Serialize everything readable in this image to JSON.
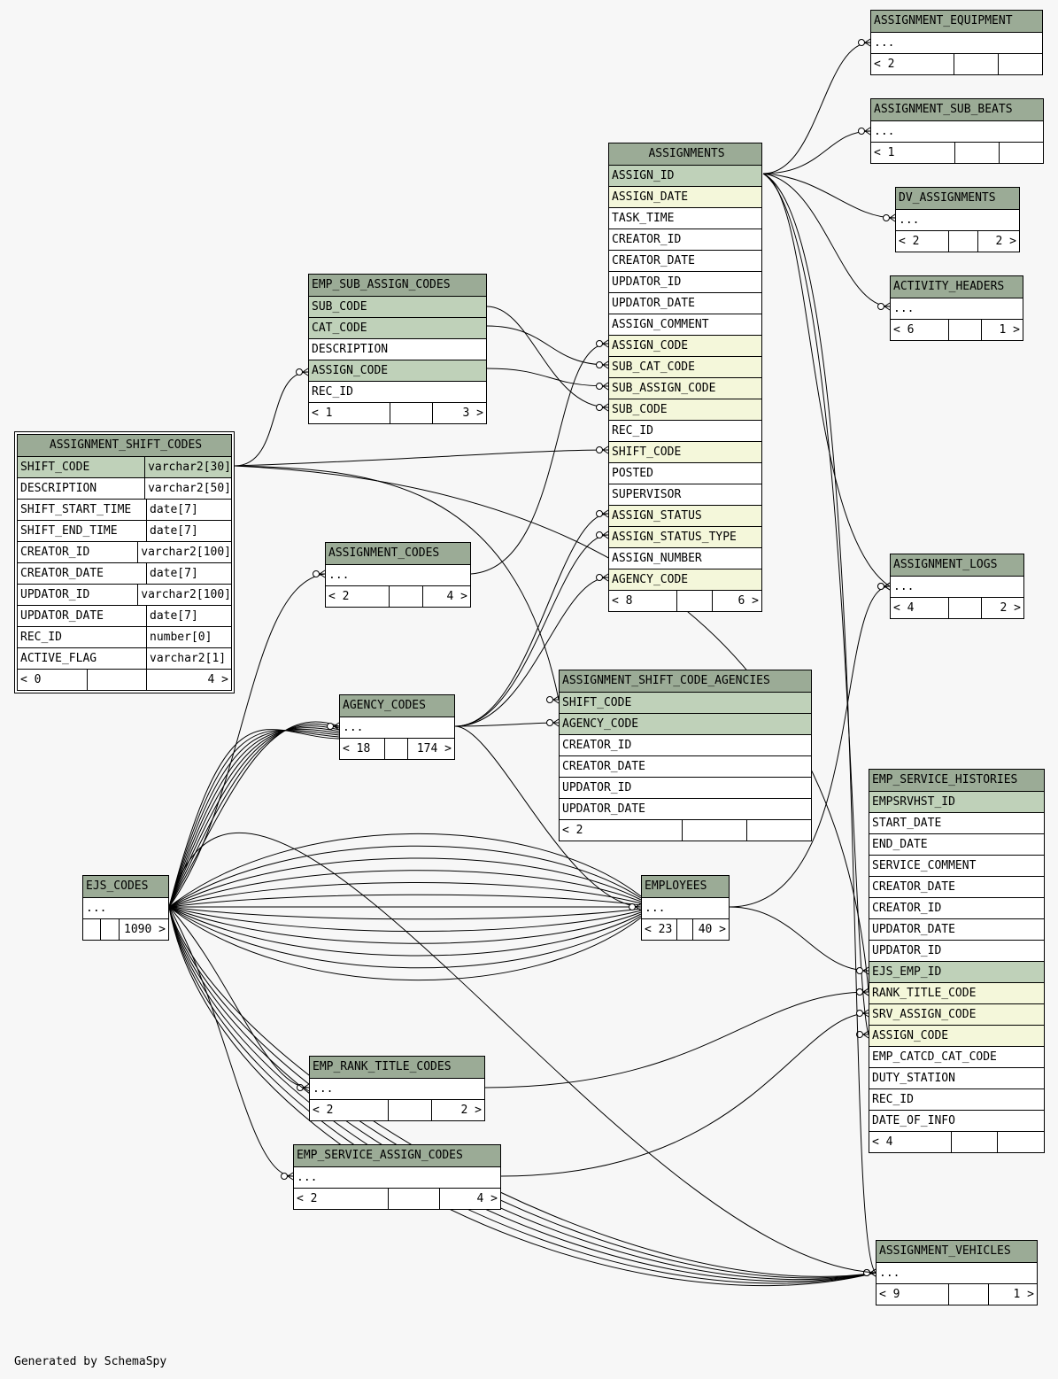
{
  "footer_text": "Generated by SchemaSpy",
  "tables": {
    "assignment_equipment": {
      "name": "ASSIGNMENT_EQUIPMENT",
      "rows": [
        {
          "text": "...",
          "kind": "plain"
        }
      ],
      "foot": [
        "< 2",
        "",
        ""
      ]
    },
    "assignment_sub_beats": {
      "name": "ASSIGNMENT_SUB_BEATS",
      "rows": [
        {
          "text": "...",
          "kind": "plain"
        }
      ],
      "foot": [
        "< 1",
        "",
        ""
      ]
    },
    "dv_assignments": {
      "name": "DV_ASSIGNMENTS",
      "rows": [
        {
          "text": "...",
          "kind": "plain"
        }
      ],
      "foot": [
        "< 2",
        "",
        "2 >"
      ]
    },
    "activity_headers": {
      "name": "ACTIVITY_HEADERS",
      "rows": [
        {
          "text": "...",
          "kind": "plain"
        }
      ],
      "foot": [
        "< 6",
        "",
        "1 >"
      ]
    },
    "assignments": {
      "name": "ASSIGNMENTS",
      "rows": [
        {
          "text": "ASSIGN_ID",
          "kind": "pk"
        },
        {
          "text": "ASSIGN_DATE",
          "kind": "fk"
        },
        {
          "text": "TASK_TIME",
          "kind": "plain"
        },
        {
          "text": "CREATOR_ID",
          "kind": "plain"
        },
        {
          "text": "CREATOR_DATE",
          "kind": "plain"
        },
        {
          "text": "UPDATOR_ID",
          "kind": "plain"
        },
        {
          "text": "UPDATOR_DATE",
          "kind": "plain"
        },
        {
          "text": "ASSIGN_COMMENT",
          "kind": "plain"
        },
        {
          "text": "ASSIGN_CODE",
          "kind": "fk"
        },
        {
          "text": "SUB_CAT_CODE",
          "kind": "fk"
        },
        {
          "text": "SUB_ASSIGN_CODE",
          "kind": "fk"
        },
        {
          "text": "SUB_CODE",
          "kind": "fk"
        },
        {
          "text": "REC_ID",
          "kind": "plain"
        },
        {
          "text": "SHIFT_CODE",
          "kind": "fk"
        },
        {
          "text": "POSTED",
          "kind": "plain"
        },
        {
          "text": "SUPERVISOR",
          "kind": "plain"
        },
        {
          "text": "ASSIGN_STATUS",
          "kind": "fk"
        },
        {
          "text": "ASSIGN_STATUS_TYPE",
          "kind": "fk"
        },
        {
          "text": "ASSIGN_NUMBER",
          "kind": "plain"
        },
        {
          "text": "AGENCY_CODE",
          "kind": "fk"
        }
      ],
      "foot": [
        "< 8",
        "",
        "6 >"
      ]
    },
    "emp_sub_assign_codes": {
      "name": "EMP_SUB_ASSIGN_CODES",
      "rows": [
        {
          "text": "SUB_CODE",
          "kind": "pk"
        },
        {
          "text": "CAT_CODE",
          "kind": "pk"
        },
        {
          "text": "DESCRIPTION",
          "kind": "plain"
        },
        {
          "text": "ASSIGN_CODE",
          "kind": "pk"
        },
        {
          "text": "REC_ID",
          "kind": "plain"
        }
      ],
      "foot": [
        "< 1",
        "",
        "3 >"
      ]
    },
    "assignment_shift_codes": {
      "name": "ASSIGNMENT_SHIFT_CODES",
      "rows": [
        {
          "text": "SHIFT_CODE",
          "type": "varchar2[30]",
          "kind": "pk"
        },
        {
          "text": "DESCRIPTION",
          "type": "varchar2[50]",
          "kind": "plain"
        },
        {
          "text": "SHIFT_START_TIME",
          "type": "date[7]",
          "kind": "plain"
        },
        {
          "text": "SHIFT_END_TIME",
          "type": "date[7]",
          "kind": "plain"
        },
        {
          "text": "CREATOR_ID",
          "type": "varchar2[100]",
          "kind": "plain"
        },
        {
          "text": "CREATOR_DATE",
          "type": "date[7]",
          "kind": "plain"
        },
        {
          "text": "UPDATOR_ID",
          "type": "varchar2[100]",
          "kind": "plain"
        },
        {
          "text": "UPDATOR_DATE",
          "type": "date[7]",
          "kind": "plain"
        },
        {
          "text": "REC_ID",
          "type": "number[0]",
          "kind": "plain"
        },
        {
          "text": "ACTIVE_FLAG",
          "type": "varchar2[1]",
          "kind": "plain"
        }
      ],
      "foot": [
        "< 0",
        "",
        "4 >"
      ]
    },
    "assignment_codes": {
      "name": "ASSIGNMENT_CODES",
      "rows": [
        {
          "text": "...",
          "kind": "plain"
        }
      ],
      "foot": [
        "< 2",
        "",
        "4 >"
      ]
    },
    "assignment_logs": {
      "name": "ASSIGNMENT_LOGS",
      "rows": [
        {
          "text": "...",
          "kind": "plain"
        }
      ],
      "foot": [
        "< 4",
        "",
        "2 >"
      ]
    },
    "agency_codes": {
      "name": "AGENCY_CODES",
      "rows": [
        {
          "text": "...",
          "kind": "plain"
        }
      ],
      "foot": [
        "< 18",
        "",
        "174 >"
      ]
    },
    "assignment_shift_code_agencies": {
      "name": "ASSIGNMENT_SHIFT_CODE_AGENCIES",
      "rows": [
        {
          "text": "SHIFT_CODE",
          "kind": "pk"
        },
        {
          "text": "AGENCY_CODE",
          "kind": "pk"
        },
        {
          "text": "CREATOR_ID",
          "kind": "plain"
        },
        {
          "text": "CREATOR_DATE",
          "kind": "plain"
        },
        {
          "text": "UPDATOR_ID",
          "kind": "plain"
        },
        {
          "text": "UPDATOR_DATE",
          "kind": "plain"
        }
      ],
      "foot": [
        "< 2",
        "",
        ""
      ]
    },
    "emp_service_histories": {
      "name": "EMP_SERVICE_HISTORIES",
      "rows": [
        {
          "text": "EMPSRVHST_ID",
          "kind": "pk"
        },
        {
          "text": "START_DATE",
          "kind": "plain"
        },
        {
          "text": "END_DATE",
          "kind": "plain"
        },
        {
          "text": "SERVICE_COMMENT",
          "kind": "plain"
        },
        {
          "text": "CREATOR_DATE",
          "kind": "plain"
        },
        {
          "text": "CREATOR_ID",
          "kind": "plain"
        },
        {
          "text": "UPDATOR_DATE",
          "kind": "plain"
        },
        {
          "text": "UPDATOR_ID",
          "kind": "plain"
        },
        {
          "text": "EJS_EMP_ID",
          "kind": "pk"
        },
        {
          "text": "RANK_TITLE_CODE",
          "kind": "fk"
        },
        {
          "text": "SRV_ASSIGN_CODE",
          "kind": "fk"
        },
        {
          "text": "ASSIGN_CODE",
          "kind": "fk"
        },
        {
          "text": "EMP_CATCD_CAT_CODE",
          "kind": "plain"
        },
        {
          "text": "DUTY_STATION",
          "kind": "plain"
        },
        {
          "text": "REC_ID",
          "kind": "plain"
        },
        {
          "text": "DATE_OF_INFO",
          "kind": "plain"
        }
      ],
      "foot": [
        "< 4",
        "",
        ""
      ]
    },
    "ejs_codes": {
      "name": "EJS_CODES",
      "rows": [
        {
          "text": "...",
          "kind": "plain"
        }
      ],
      "foot": [
        "",
        "",
        "1090 >"
      ]
    },
    "employees": {
      "name": "EMPLOYEES",
      "rows": [
        {
          "text": "...",
          "kind": "plain"
        }
      ],
      "foot": [
        "< 23",
        "",
        "40 >"
      ]
    },
    "emp_rank_title_codes": {
      "name": "EMP_RANK_TITLE_CODES",
      "rows": [
        {
          "text": "...",
          "kind": "plain"
        }
      ],
      "foot": [
        "< 2",
        "",
        "2 >"
      ]
    },
    "emp_service_assign_codes": {
      "name": "EMP_SERVICE_ASSIGN_CODES",
      "rows": [
        {
          "text": "...",
          "kind": "plain"
        }
      ],
      "foot": [
        "< 2",
        "",
        "4 >"
      ]
    },
    "assignment_vehicles": {
      "name": "ASSIGNMENT_VEHICLES",
      "rows": [
        {
          "text": "...",
          "kind": "plain"
        }
      ],
      "foot": [
        "< 9",
        "",
        "1 >"
      ]
    }
  }
}
